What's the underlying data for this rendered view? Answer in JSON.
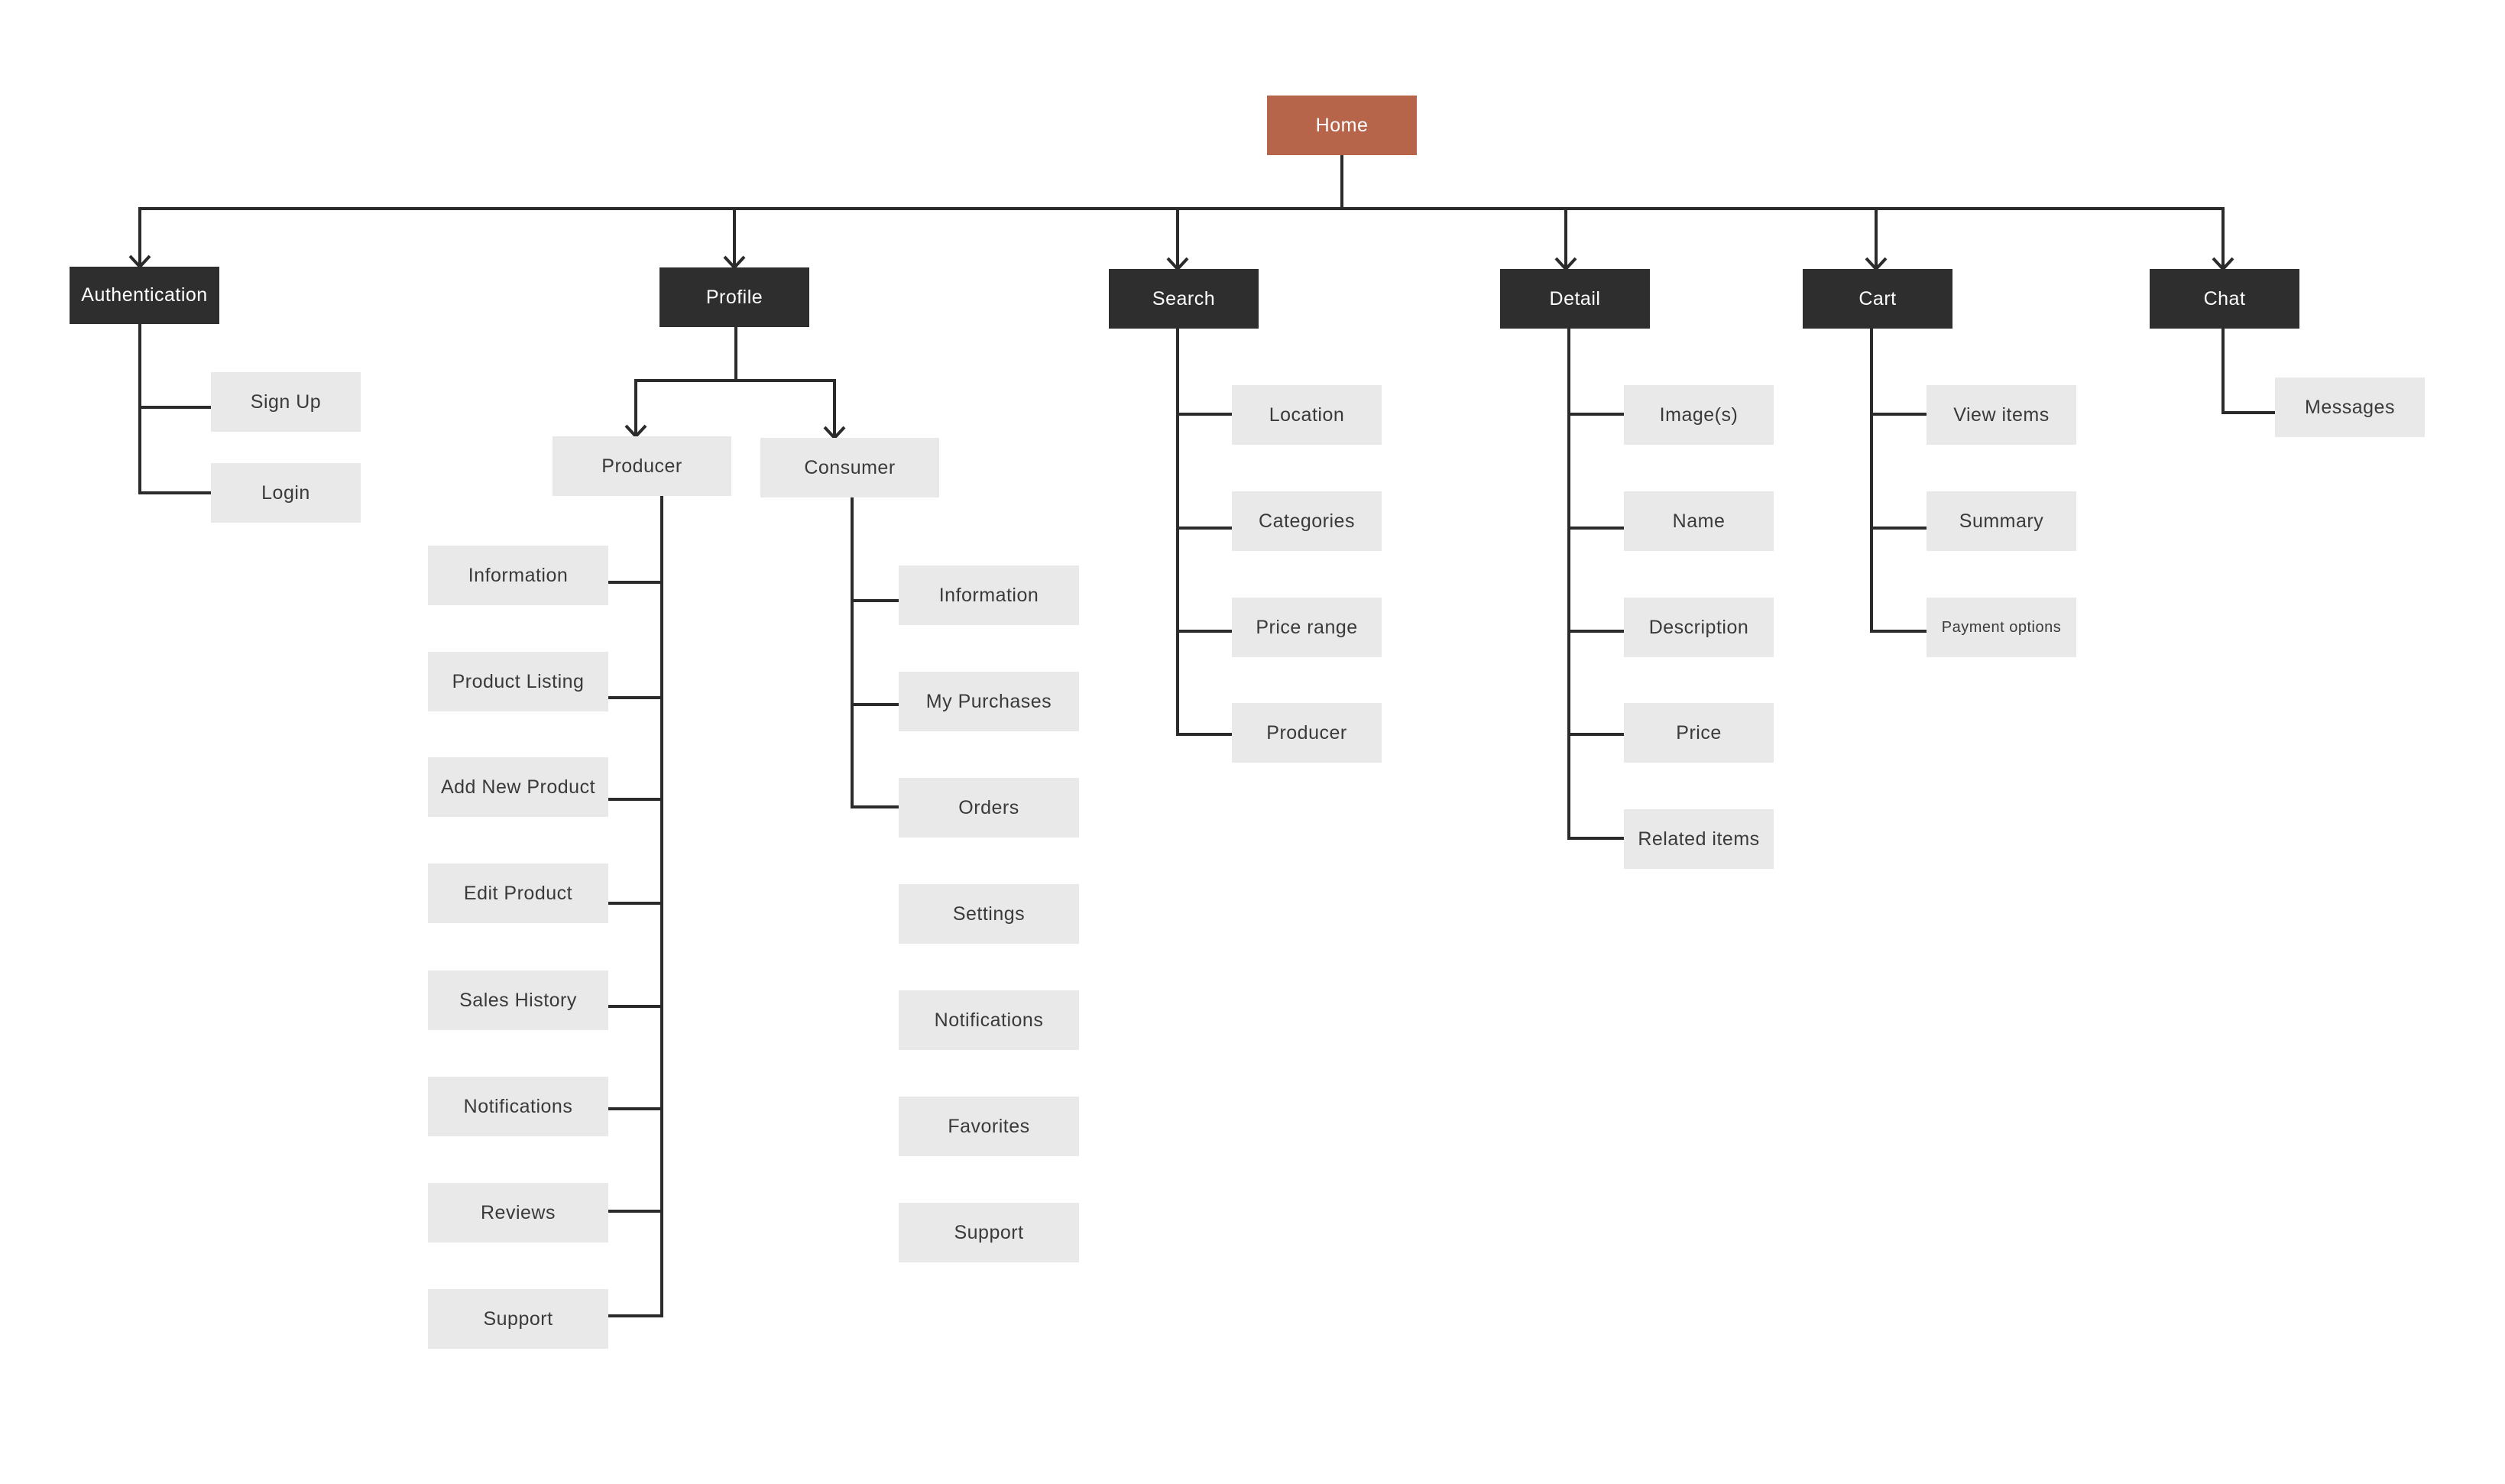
{
  "diagram": {
    "root": {
      "label": "Home"
    },
    "sections": {
      "authentication": {
        "label": "Authentication",
        "items": [
          "Sign Up",
          "Login"
        ]
      },
      "profile": {
        "label": "Profile",
        "producer": {
          "label": "Producer",
          "items": [
            "Information",
            "Product Listing",
            "Add New Product",
            "Edit Product",
            "Sales History",
            "Notifications",
            "Reviews",
            "Support"
          ]
        },
        "consumer": {
          "label": "Consumer",
          "items": [
            "Information",
            "My Purchases",
            "Orders",
            "Settings",
            "Notifications",
            "Favorites",
            "Support"
          ]
        }
      },
      "search": {
        "label": "Search",
        "items": [
          "Location",
          "Categories",
          "Price range",
          "Producer"
        ]
      },
      "detail": {
        "label": "Detail",
        "items": [
          "Image(s)",
          "Name",
          "Description",
          "Price",
          "Related items"
        ]
      },
      "cart": {
        "label": "Cart",
        "items": [
          "View items",
          "Summary",
          "Payment options"
        ]
      },
      "chat": {
        "label": "Chat",
        "items": [
          "Messages"
        ]
      }
    },
    "colors": {
      "root_fill": "#b6654b",
      "section_fill": "#2e2e2e",
      "item_fill": "#e9e9e9",
      "connector": "#2b2b2b"
    }
  }
}
